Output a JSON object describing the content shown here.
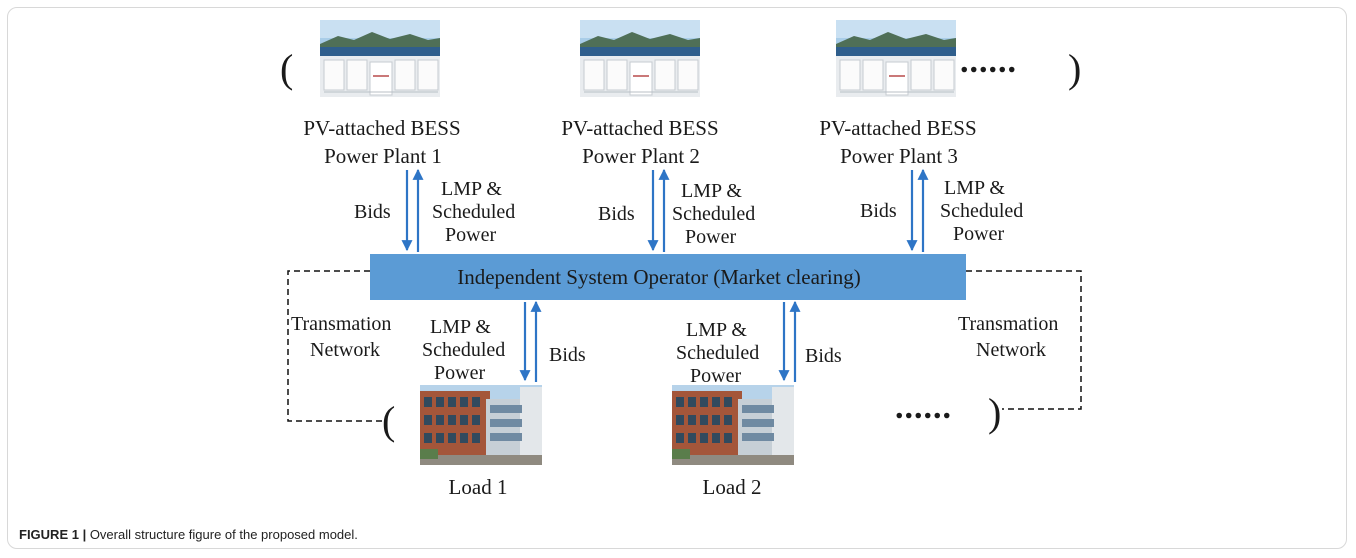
{
  "plants": [
    {
      "line1": "PV-attached BESS",
      "line2": "Power Plant 1"
    },
    {
      "line1": "PV-attached BESS",
      "line2": "Power Plant 2"
    },
    {
      "line1": "PV-attached BESS",
      "line2": "Power Plant 3"
    }
  ],
  "loads": [
    {
      "label": "Load 1"
    },
    {
      "label": "Load 2"
    }
  ],
  "iso": {
    "label": "Independent System Operator (Market clearing)"
  },
  "edge_labels": {
    "bids": "Bids",
    "lmp_line1": "LMP &",
    "lmp_line2": "Scheduled",
    "lmp_line3": "Power"
  },
  "network": {
    "line1": "Transmation",
    "line2": "Network"
  },
  "ellipsis": "......",
  "parens": {
    "open": "(",
    "close": ")"
  },
  "caption": {
    "prefix": "FIGURE 1 |",
    "text": " Overall structure figure of the proposed model."
  },
  "colors": {
    "iso_box": "#5b9bd5",
    "arrow": "#2e75c6",
    "sky": "#a9cde8",
    "panel": "#2f5e8c",
    "brick": "#a4563a"
  }
}
